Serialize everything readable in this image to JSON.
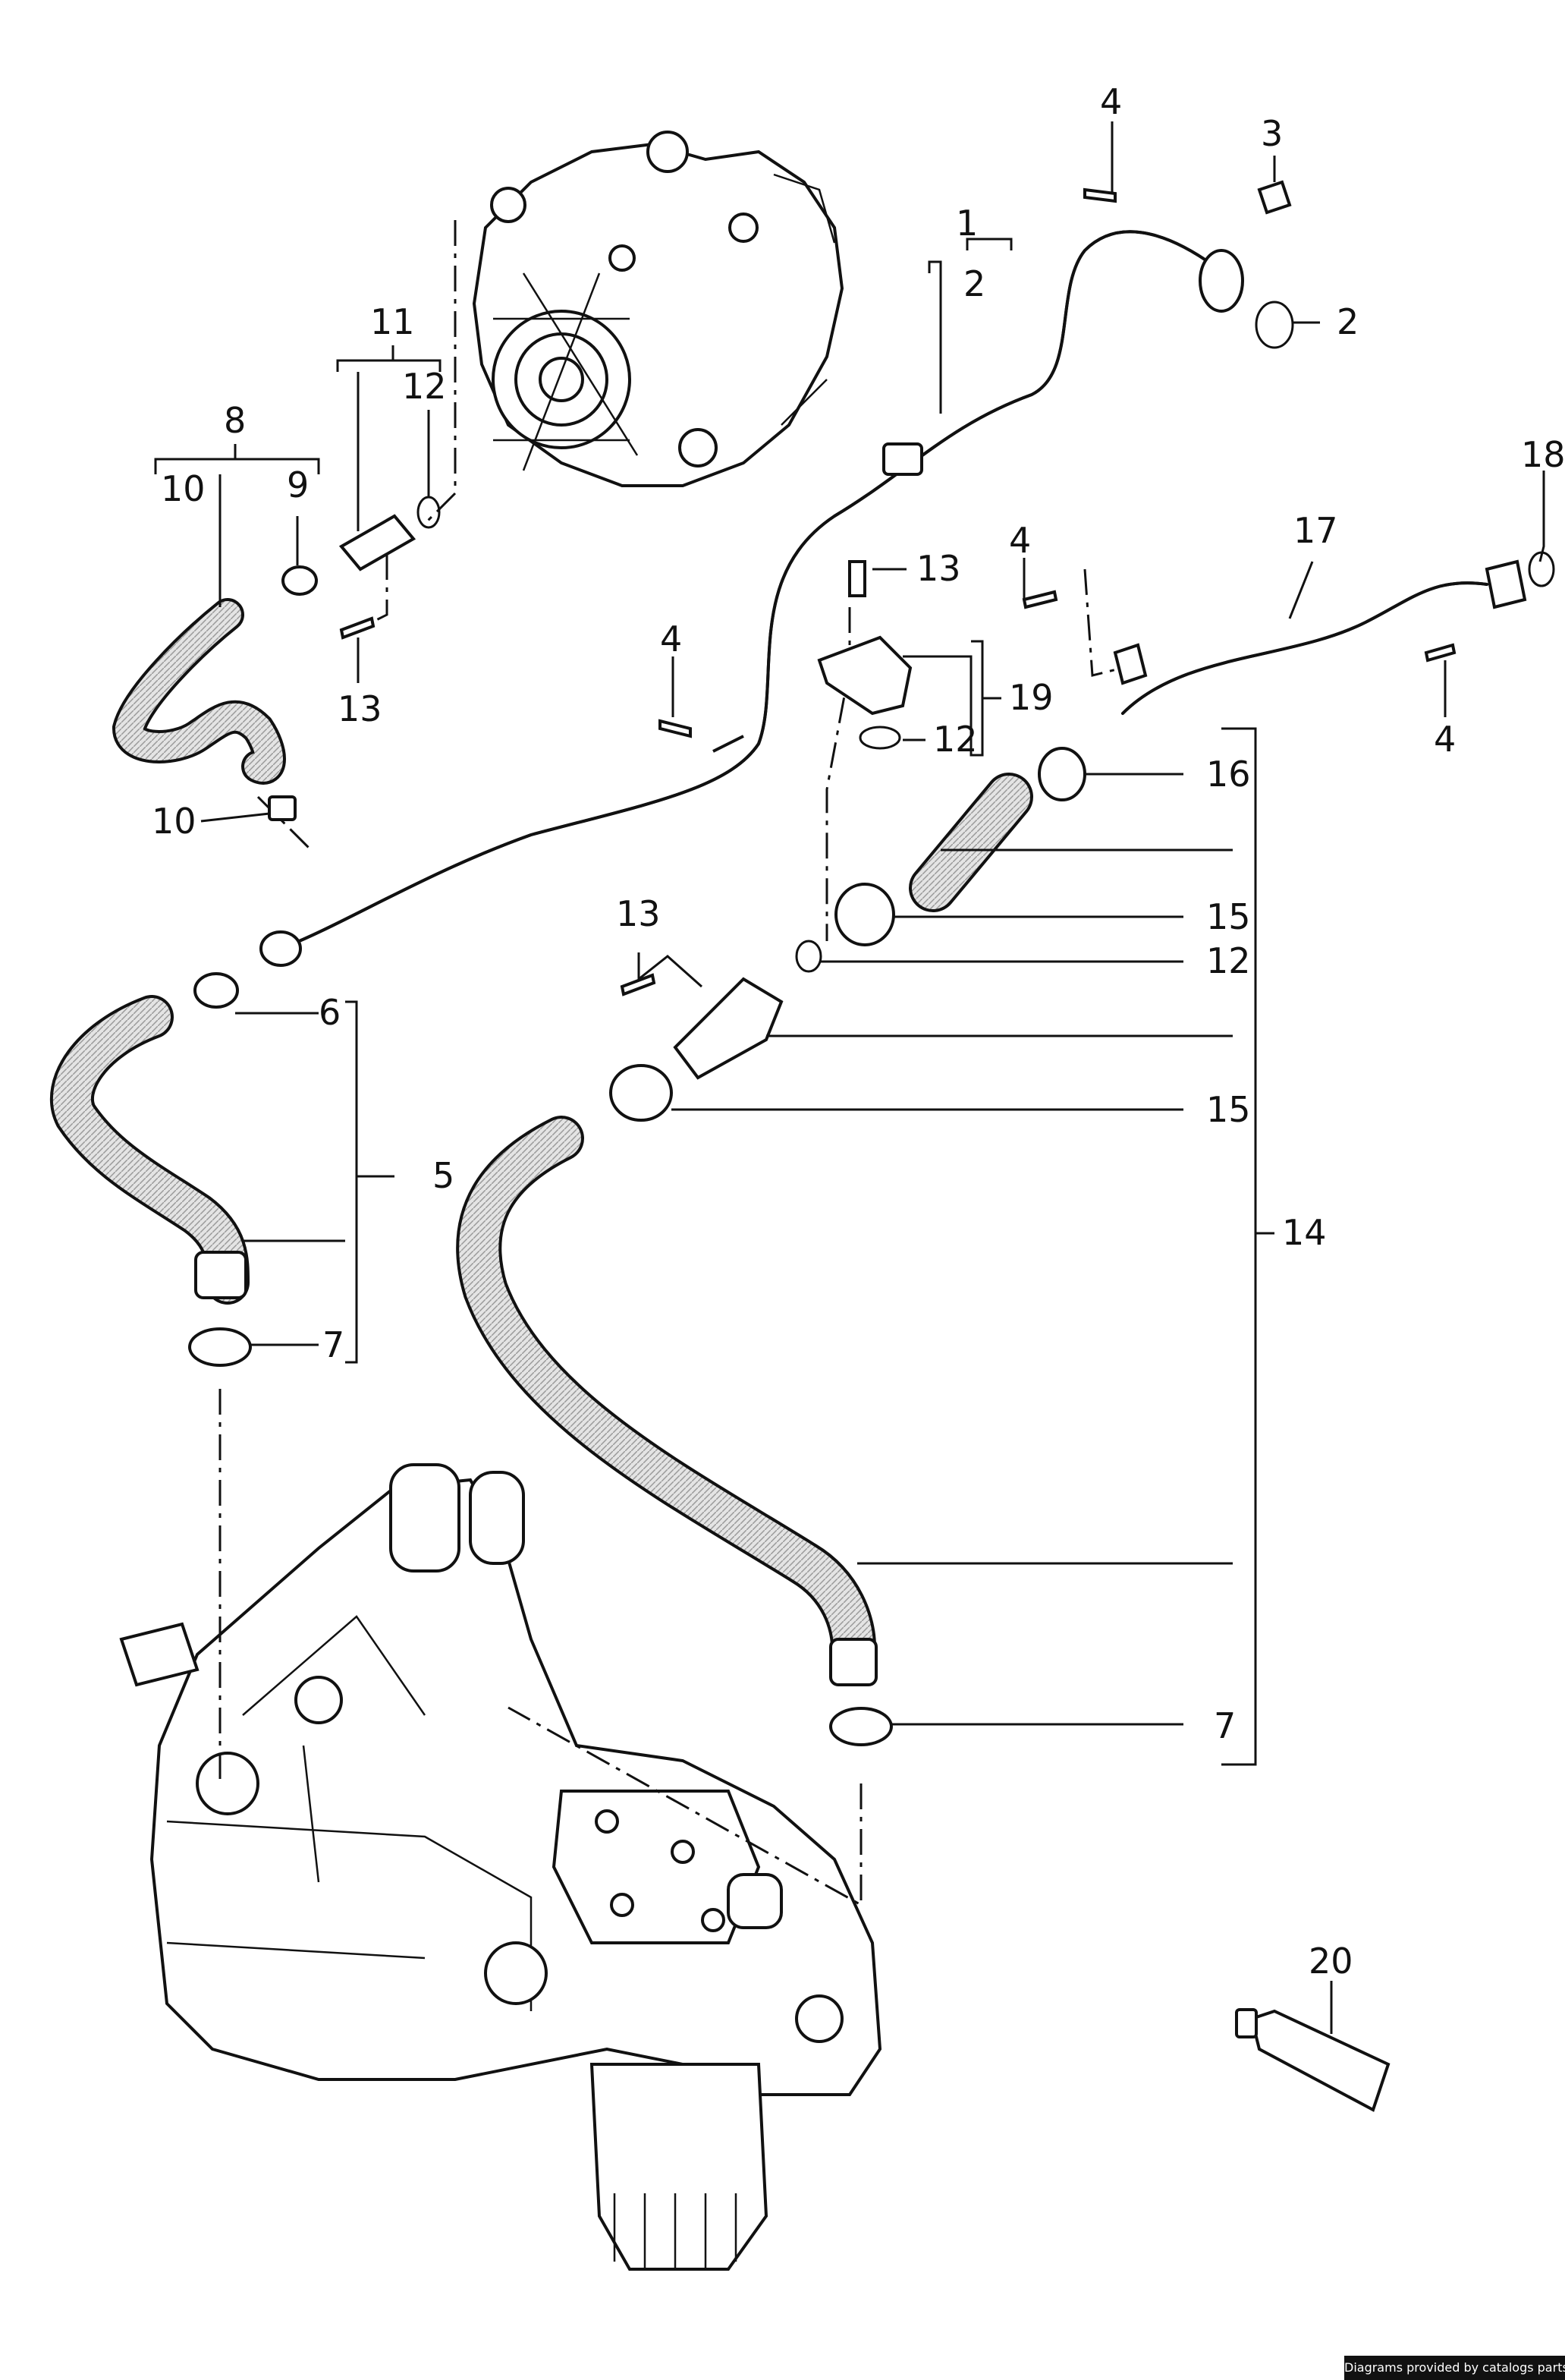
{
  "callouts": {
    "c1": "1",
    "c2a": "2",
    "c2b": "2",
    "c3": "3",
    "c4a": "4",
    "c4b": "4",
    "c4c": "4",
    "c4d": "4",
    "c5": "5",
    "c6": "6",
    "c7a": "7",
    "c7b": "7",
    "c8": "8",
    "c9": "9",
    "c10a": "10",
    "c10b": "10",
    "c11": "11",
    "c12a": "12",
    "c12b": "12",
    "c12c": "12",
    "c13a": "13",
    "c13b": "13",
    "c13c": "13",
    "c14": "14",
    "c15a": "15",
    "c15b": "15",
    "c16": "16",
    "c17": "17",
    "c18": "18",
    "c19": "19",
    "c20": "20"
  },
  "footer": {
    "credit": "Diagrams provided by catalogs parts"
  },
  "colors": {
    "line": "#111111",
    "hose_fill": "#d9d9d9",
    "background": "#ffffff"
  }
}
